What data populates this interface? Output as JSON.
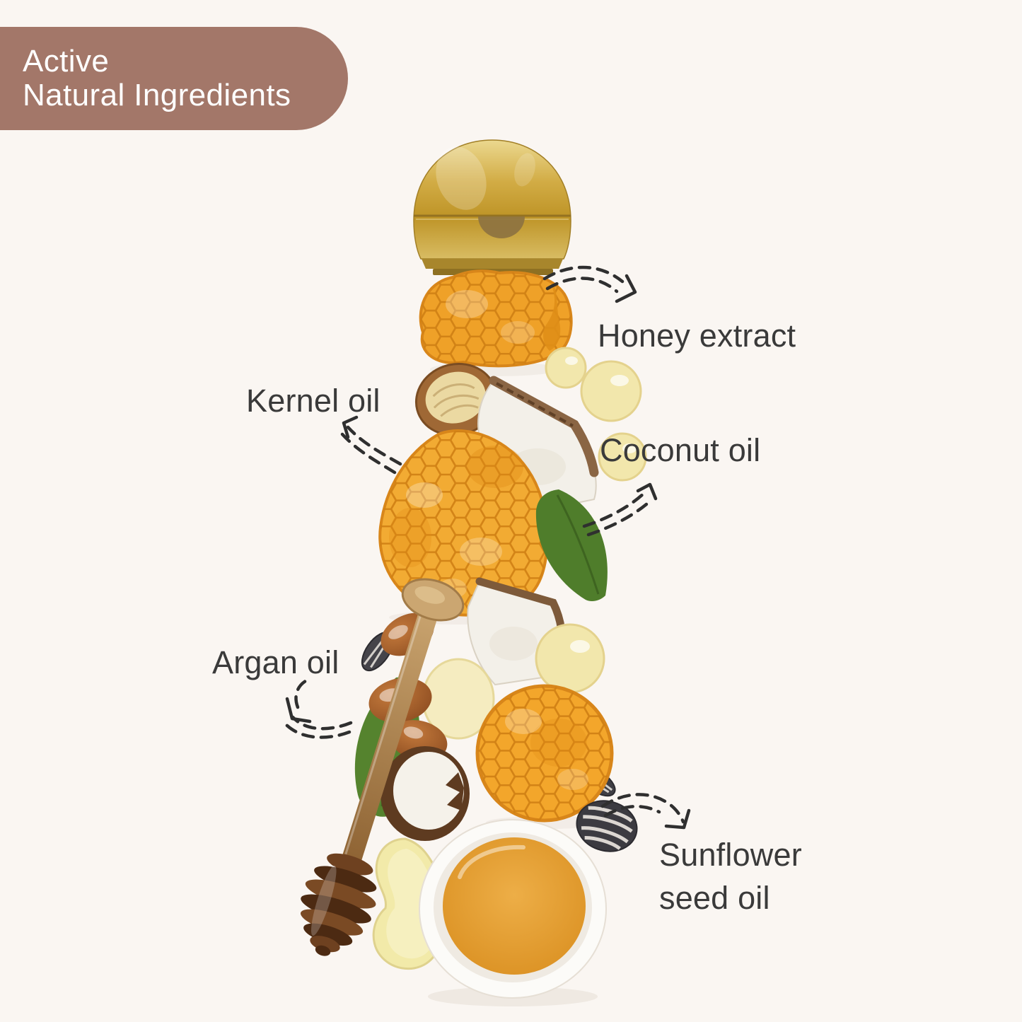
{
  "badge": {
    "line1": "Active",
    "line2": "Natural Ingredients"
  },
  "labels": {
    "honey_extract": "Honey extract",
    "kernel_oil": "Kernel oil",
    "coconut_oil": "Coconut oil",
    "argan_oil": "Argan oil",
    "sunflower_seed_oil": "Sunflower\nseed oil"
  },
  "colors": {
    "background": "#FAF6F2",
    "badge_background": "#A37769",
    "badge_text": "#FFFFFF",
    "label_text": "#3A3A3A",
    "arrow": "#2F2F2F",
    "honeycomb_orange": "#F0A125",
    "gold_cap": "#C9A53E",
    "leaf_green": "#55832E",
    "coconut_flesh": "#F3F0E9",
    "wood_brown": "#9C6230",
    "oil_yellow": "#F2E7AC",
    "honey_amber": "#DD9327"
  },
  "illustration_items": [
    {
      "name": "gold-bottle-cap"
    },
    {
      "name": "honeycomb-piece"
    },
    {
      "name": "argan-kernel-shell"
    },
    {
      "name": "coconut-piece"
    },
    {
      "name": "honeycomb-chunk"
    },
    {
      "name": "green-leaf-right"
    },
    {
      "name": "green-leaf-left"
    },
    {
      "name": "argan-seeds"
    },
    {
      "name": "sunflower-seeds"
    },
    {
      "name": "oil-droplets"
    },
    {
      "name": "honeycomb-disc"
    },
    {
      "name": "coconut-shell-half"
    },
    {
      "name": "oil-splash"
    },
    {
      "name": "wooden-honey-dipper"
    },
    {
      "name": "honey-bowl"
    }
  ]
}
